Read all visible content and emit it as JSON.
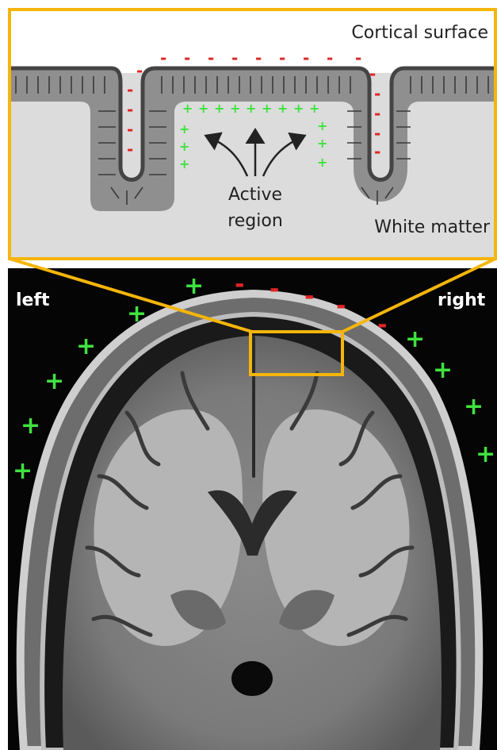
{
  "inset": {
    "cortical_surface_label": "Cortical surface",
    "active_region_line1": "Active",
    "active_region_line2": "region",
    "white_matter_label": "White matter"
  },
  "mri": {
    "left_label": "left",
    "right_label": "right"
  },
  "symbols": {
    "plus": "+",
    "minus": "-"
  },
  "colors": {
    "highlight": "#f5b50b",
    "positive": "#3fe23f",
    "negative": "#e02525"
  }
}
